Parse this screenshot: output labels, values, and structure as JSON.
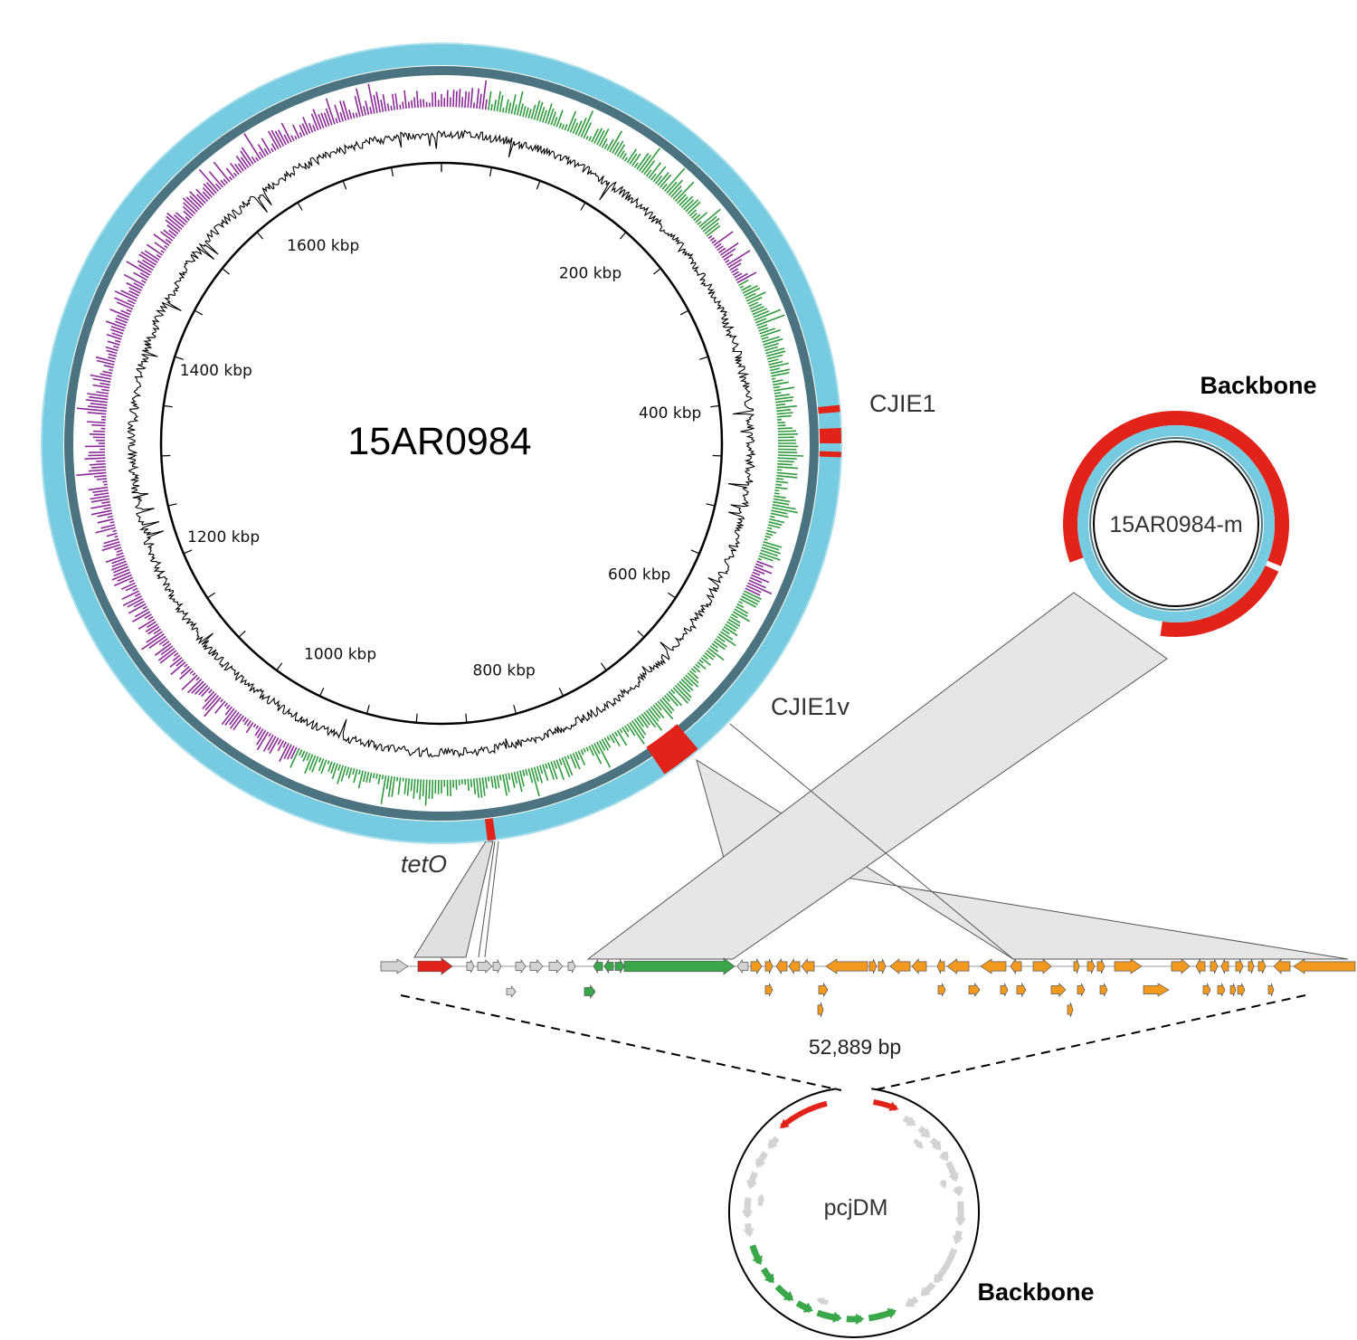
{
  "genome": {
    "name": "15AR0984",
    "ticks": [
      {
        "label": "200 kbp",
        "kbp": 200
      },
      {
        "label": "400 kbp",
        "kbp": 400
      },
      {
        "label": "600 kbp",
        "kbp": 600
      },
      {
        "label": "800 kbp",
        "kbp": 800
      },
      {
        "label": "1000 kbp",
        "kbp": 1000
      },
      {
        "label": "1200 kbp",
        "kbp": 1200
      },
      {
        "label": "1400 kbp",
        "kbp": 1400
      },
      {
        "label": "1600 kbp",
        "kbp": 1600
      }
    ],
    "regions": {
      "cjie1": "CJIE1",
      "cjie1v": "CJIE1v",
      "teto": "tetO"
    }
  },
  "mini_genome": {
    "name": "15AR0984-m",
    "backbone_label": "Backbone"
  },
  "insert": {
    "length_label": "52,889 bp"
  },
  "plasmid": {
    "name": "pcjDM",
    "backbone_label": "Backbone"
  },
  "colors": {
    "ring_light_blue": "#76cbe0",
    "ring_dark": "#4b7480",
    "gc_skew_positive": "#8a2a96",
    "gc_skew_negative": "#2f9a3e",
    "gc_content": "#000000",
    "highlight_red": "#e2231a",
    "gene_grey": "#d3d3d3",
    "gene_green": "#3aa84a",
    "gene_orange": "#f39a1e",
    "synteny_grey": "#e6e6e6"
  }
}
